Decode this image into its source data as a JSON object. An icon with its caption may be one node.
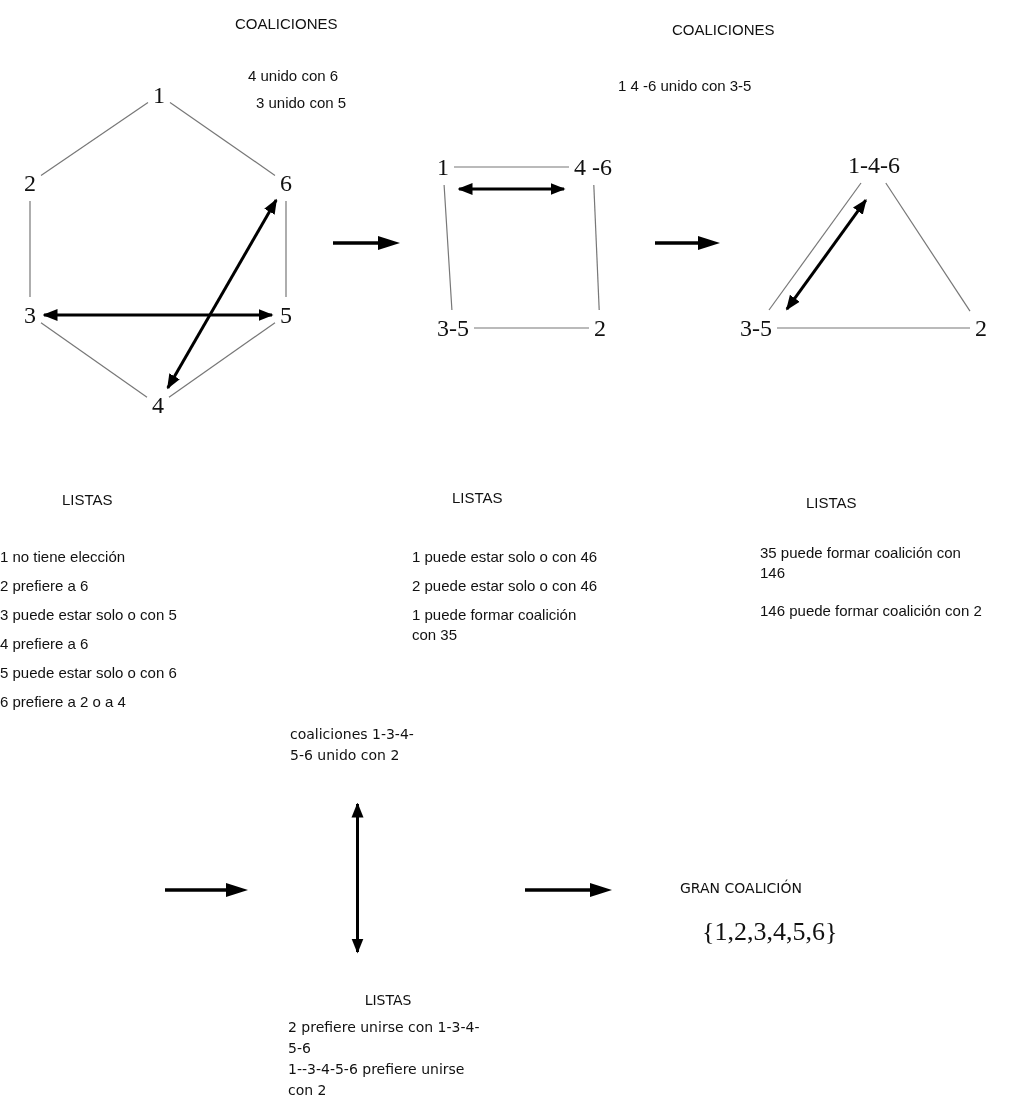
{
  "diagram": {
    "nodes": [
      {
        "text": [
          "1"
        ]
      },
      {
        "text": [
          "2"
        ]
      },
      {
        "text": [
          "6"
        ]
      },
      {
        "text": [
          "3"
        ]
      },
      {
        "text": [
          "5"
        ]
      },
      {
        "text": [
          "4"
        ]
      },
      {
        "text": [
          "1"
        ]
      },
      {
        "text": [
          "4 -6"
        ]
      },
      {
        "text": [
          "3-5"
        ]
      },
      {
        "text": [
          "2"
        ]
      },
      {
        "text": [
          "1-4-6"
        ]
      },
      {
        "text": [
          "3-5"
        ]
      },
      {
        "text": [
          "2"
        ]
      },
      {
        "text": [
          "coaliciones 1-3-4-5-6 unido con 2"
        ]
      },
      {
        "text": [
          "LISTAS",
          "2 prefiere unirse con 1-3-4-5-6",
          "1--3-4-5-6 prefiere unirse con 2"
        ]
      },
      {
        "text": [
          "GRAN COALICIÓN",
          "{1,2,3,4,5,6}"
        ]
      }
    ],
    "edges": [
      {
        "from": 0,
        "to": 1,
        "arrow": "none"
      },
      {
        "from": 0,
        "to": 2,
        "arrow": "none"
      },
      {
        "from": 1,
        "to": 3,
        "arrow": "none"
      },
      {
        "from": 2,
        "to": 4,
        "arrow": "none"
      },
      {
        "from": 3,
        "to": 5,
        "arrow": "none"
      },
      {
        "from": 4,
        "to": 5,
        "arrow": "none"
      },
      {
        "from": 3,
        "to": 4,
        "arrow": "both",
        "style": "thick",
        "color": "#000000"
      },
      {
        "from": 5,
        "to": 2,
        "arrow": "both",
        "style": "thick",
        "color": "#000000"
      },
      {
        "from": 6,
        "to": 7,
        "arrow": "none"
      },
      {
        "from": 6,
        "to": 8,
        "arrow": "none"
      },
      {
        "from": 7,
        "to": 9,
        "arrow": "none"
      },
      {
        "from": 8,
        "to": 9,
        "arrow": "none"
      },
      {
        "from": 6,
        "to": 7,
        "arrow": "both",
        "style": "thick",
        "color": "#000000"
      },
      {
        "from": 10,
        "to": 11,
        "arrow": "none"
      },
      {
        "from": 10,
        "to": 12,
        "arrow": "none"
      },
      {
        "from": 11,
        "to": 12,
        "arrow": "none"
      },
      {
        "from": 10,
        "to": 11,
        "arrow": "both",
        "style": "thick",
        "color": "#000000"
      },
      {
        "from": 13,
        "to": 14,
        "arrow": "both",
        "style": "thick",
        "color": "#000000"
      }
    ],
    "labels": [
      "COALICIONES",
      "4 unido con 6",
      "3 unido con 5",
      "COALICIONES",
      "1 4 -6 unido con 3-5",
      "LISTAS",
      "1 no tiene elección",
      "2 prefiere a 6",
      "3 puede estar solo o con 5",
      "4 prefiere a 6",
      "5 puede estar solo o con 6",
      "6 prefiere a 2 o a 4",
      "LISTAS",
      "1 puede estar solo o con 46",
      "2 puede estar solo o con 46",
      "1 puede formar coalición con 35",
      "LISTAS",
      "35 puede formar coalición con 146",
      "146 puede formar coalición con 2"
    ]
  }
}
